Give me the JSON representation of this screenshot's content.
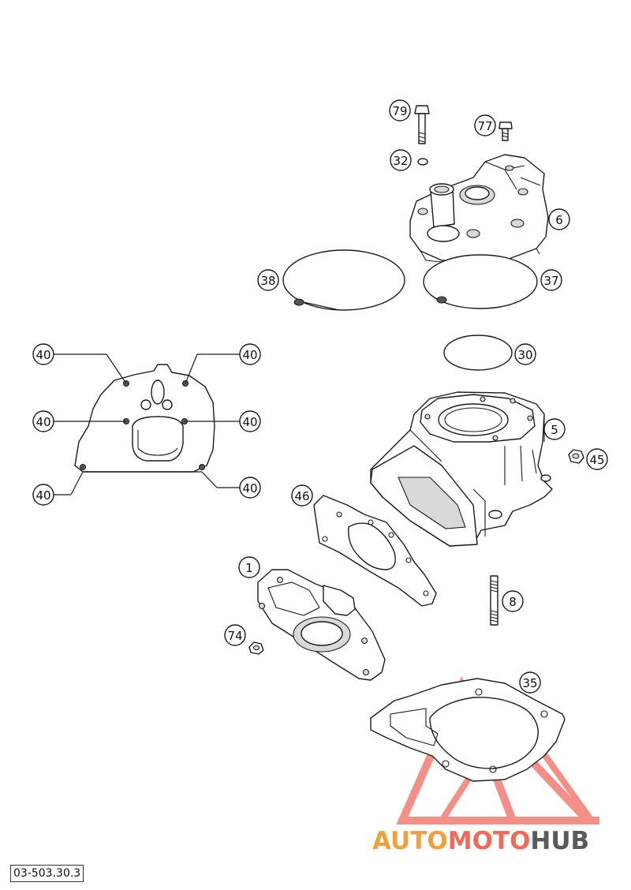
{
  "callouts": {
    "c79": "79",
    "c77": "77",
    "c32": "32",
    "c6": "6",
    "c38": "38",
    "c37": "37",
    "c30": "30",
    "c40a": "40",
    "c40b": "40",
    "c40c": "40",
    "c40d": "40",
    "c40e": "40",
    "c40f": "40",
    "c5": "5",
    "c45": "45",
    "c46": "46",
    "c1": "1",
    "c8": "8",
    "c74": "74",
    "c35": "35"
  },
  "reference_code": "03-503.30.3",
  "watermark": {
    "part1": "AUTO",
    "part2": "MOTO",
    "part3": "HUB",
    "color_orange": "#f2a03d",
    "color_red": "#e8463c",
    "color_dark": "#5a5a5a"
  }
}
